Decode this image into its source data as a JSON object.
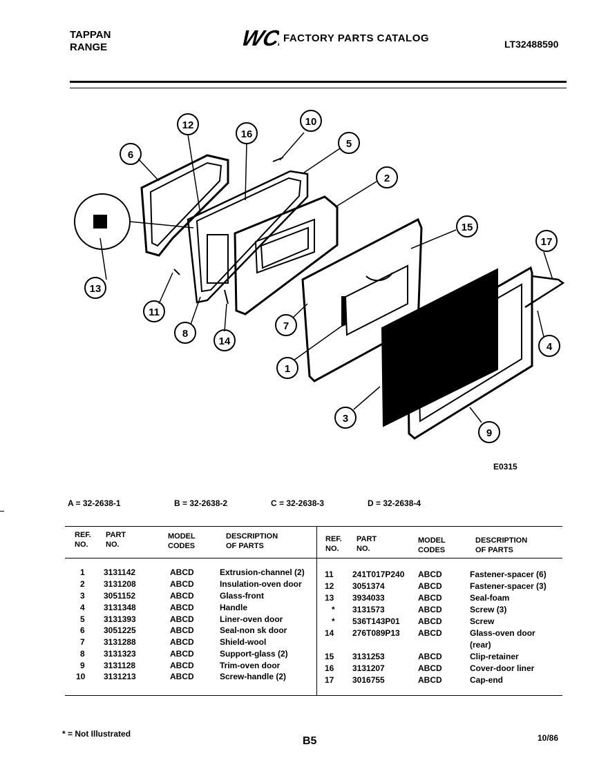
{
  "header": {
    "brand_line1": "TAPPAN",
    "brand_line2": "RANGE",
    "logo_text": "WCI",
    "catalog_title": "FACTORY PARTS CATALOG",
    "catalog_number": "LT32488590"
  },
  "diagram": {
    "code": "E0315",
    "callouts": [
      "1",
      "2",
      "3",
      "4",
      "5",
      "6",
      "7",
      "8",
      "9",
      "10",
      "11",
      "12",
      "13",
      "14",
      "15",
      "16",
      "17"
    ]
  },
  "models": {
    "a": "A = 32-2638-1",
    "b": "B = 32-2638-2",
    "c": "C = 32-2638-3",
    "d": "D = 32-2638-4"
  },
  "table": {
    "headers": {
      "ref_1": "REF.",
      "ref_2": "NO.",
      "part_1": "PART",
      "part_2": "NO.",
      "model_1": "MODEL",
      "model_2": "CODES",
      "desc_1": "DESCRIPTION",
      "desc_2": "OF PARTS"
    },
    "left_rows": [
      {
        "ref": "1",
        "part": "3131142",
        "codes": "ABCD",
        "desc": "Extrusion-channel (2)"
      },
      {
        "ref": "2",
        "part": "3131208",
        "codes": "ABCD",
        "desc": "Insulation-oven door"
      },
      {
        "ref": "3",
        "part": "3051152",
        "codes": "ABCD",
        "desc": "Glass-front"
      },
      {
        "ref": "4",
        "part": "3131348",
        "codes": "ABCD",
        "desc": "Handle"
      },
      {
        "ref": "5",
        "part": "3131393",
        "codes": "ABCD",
        "desc": "Liner-oven door"
      },
      {
        "ref": "6",
        "part": "3051225",
        "codes": "ABCD",
        "desc": "Seal-non sk door"
      },
      {
        "ref": "7",
        "part": "3131288",
        "codes": "ABCD",
        "desc": "Shield-wool"
      },
      {
        "ref": "8",
        "part": "3131323",
        "codes": "ABCD",
        "desc": "Support-glass (2)"
      },
      {
        "ref": "9",
        "part": "3131128",
        "codes": "ABCD",
        "desc": "Trim-oven door"
      },
      {
        "ref": "10",
        "part": "3131213",
        "codes": "ABCD",
        "desc": "Screw-handle (2)"
      }
    ],
    "right_rows": [
      {
        "ref": "11",
        "part": "241T017P240",
        "codes": "ABCD",
        "desc": "Fastener-spacer (6)"
      },
      {
        "ref": "12",
        "part": "3051374",
        "codes": "ABCD",
        "desc": "Fastener-spacer (3)"
      },
      {
        "ref": "13",
        "part": "3934033",
        "codes": "ABCD",
        "desc": "Seal-foam"
      },
      {
        "ref": "*",
        "part": "3131573",
        "codes": "ABCD",
        "desc": "Screw (3)"
      },
      {
        "ref": "*",
        "part": "536T143P01",
        "codes": "ABCD",
        "desc": "Screw"
      },
      {
        "ref": "14",
        "part": "276T089P13",
        "codes": "ABCD",
        "desc": "Glass-oven door"
      },
      {
        "ref": "",
        "part": "",
        "codes": "",
        "desc": "(rear)"
      },
      {
        "ref": "15",
        "part": "3131253",
        "codes": "ABCD",
        "desc": "Clip-retainer"
      },
      {
        "ref": "16",
        "part": "3131207",
        "codes": "ABCD",
        "desc": "Cover-door liner"
      },
      {
        "ref": "17",
        "part": "3016755",
        "codes": "ABCD",
        "desc": "Cap-end"
      }
    ]
  },
  "footer": {
    "footnote": "* = Not Illustrated",
    "page": "B5",
    "date": "10/86"
  }
}
